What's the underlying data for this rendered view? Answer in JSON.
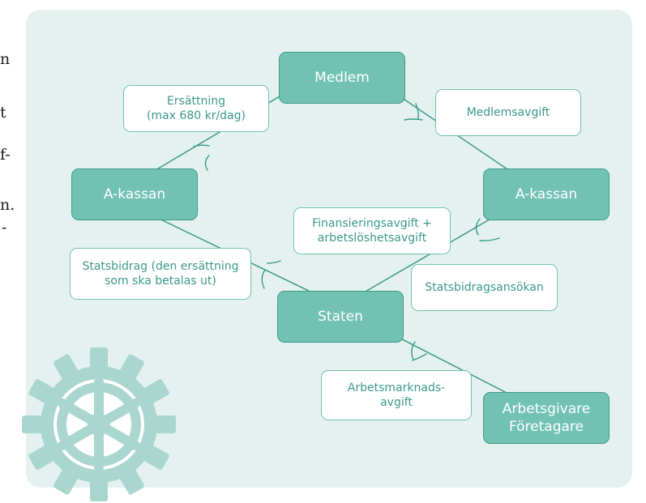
{
  "edge_text": [
    "n",
    "t",
    "f-",
    "n.",
    "-"
  ],
  "nodes": {
    "medlem": "Medlem",
    "a_kassan_left": "A-kassan",
    "a_kassan_right": "A-kassan",
    "staten": "Staten",
    "arbetsgivare": "Arbetsgivare\nFöretagare"
  },
  "labels": {
    "ersattning": "Ersättning\n(max 680 kr/dag)",
    "medlemsavgift": "Medlemsavgift",
    "finansieringsavgift": "Finansieringsavgift +\narbetslöshetsavgift",
    "statsbidrag": "Statsbidrag (den ersättning\nsom ska betalas ut)",
    "statsbidragsansokan": "Statsbidragsansökan",
    "arbetsmarknadsavgift": "Arbetsmarknads-\navgift"
  },
  "colors": {
    "panel_bg": "#e4f1ef",
    "node_fill": "#72c2b4",
    "line": "#3a9a8a",
    "gear": "#a9d6cf"
  }
}
